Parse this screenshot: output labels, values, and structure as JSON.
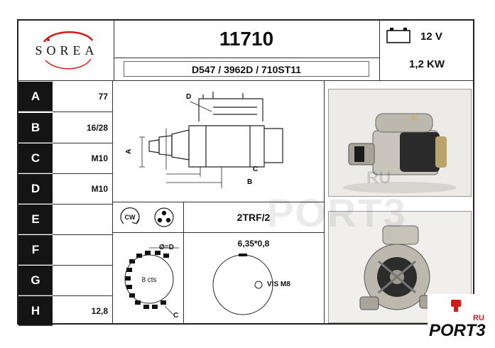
{
  "brand": {
    "logo_text": "SOREA"
  },
  "header": {
    "part_number": "11710",
    "references": "D547 / 3962D / 710ST11",
    "voltage": "12 V",
    "power": "1,2 KW",
    "icon": "battery-icon"
  },
  "specs": [
    {
      "letter": "A",
      "value": "77"
    },
    {
      "letter": "B",
      "value": "16/28"
    },
    {
      "letter": "C",
      "value": "M10"
    },
    {
      "letter": "D",
      "value": "M10"
    },
    {
      "letter": "E",
      "value": ""
    },
    {
      "letter": "F",
      "value": ""
    },
    {
      "letter": "G",
      "value": ""
    },
    {
      "letter": "H",
      "value": "12,8"
    }
  ],
  "diagram": {
    "label_d": "D",
    "label_a": "A",
    "label_b": "B",
    "label_c": "C"
  },
  "rotation": {
    "direction": "CW",
    "terminal": "2TRF/2"
  },
  "pinion": {
    "dim": "Ø=D",
    "teeth": "8 cts",
    "c": "C"
  },
  "mount": {
    "dim": "6,35*0,8",
    "bolt": "VIS M8"
  },
  "watermark": {
    "ru": "RU",
    "port3": "PORT3",
    "badge_ru": "RU",
    "badge_port3": "PORT3"
  },
  "colors": {
    "accent": "#d11a1a",
    "dark": "#141414"
  }
}
